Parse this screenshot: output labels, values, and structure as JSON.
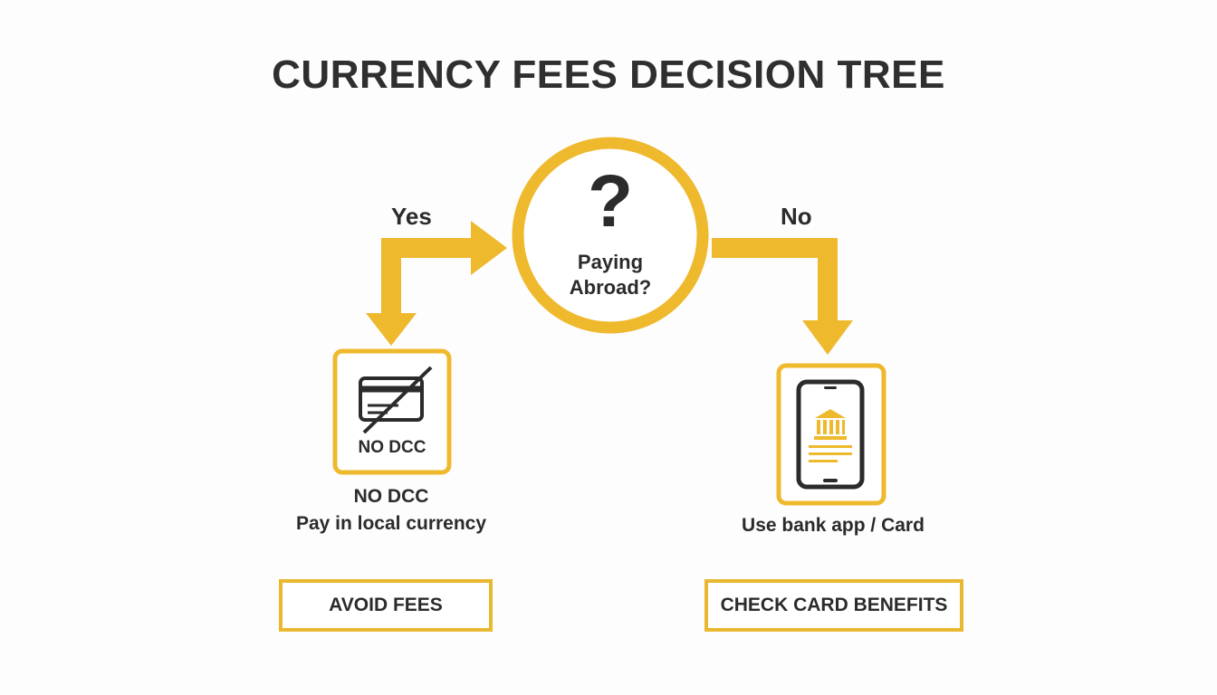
{
  "title": "CURRENCY FEES DECISION TREE",
  "decision": {
    "symbol": "?",
    "line1": "Paying",
    "line2": "Abroad?"
  },
  "branches": {
    "yes_label": "Yes",
    "no_label": "No"
  },
  "left_outcome": {
    "icon": "crossed-out-card-icon",
    "card_caption": "NO DCC",
    "desc_line1": "NO DCC",
    "desc_line2": "Pay in local currency",
    "result": "AVOID FEES"
  },
  "right_outcome": {
    "icon": "bank-app-phone-icon",
    "desc": "Use bank app / Card",
    "result": "CHECK CARD BENEFITS"
  },
  "colors": {
    "accent": "#efb92e",
    "text": "#2b2b2b",
    "background": "#fdfdfd"
  }
}
